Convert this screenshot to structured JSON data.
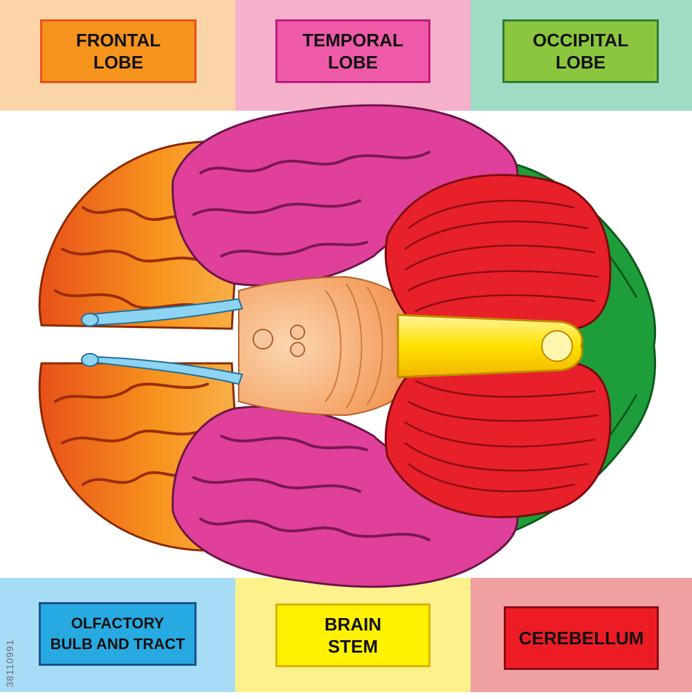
{
  "labels": {
    "frontal_lobe": "FRONTAL\nLOBE",
    "temporal_lobe": "TEMPORAL\nLOBE",
    "occipital_lobe": "OCCIPITAL\nLOBE",
    "olfactory": "OLFACTORY\nBULB AND TRACT",
    "brain_stem": "BRAIN\nSTEM",
    "cerebellum": "CEREBELLUM"
  },
  "watermark": "38110991",
  "colors": {
    "frontal_band": "#fbd4a8",
    "frontal_box": "#f7941d",
    "temporal_band": "#f5b0cc",
    "temporal_box": "#ee5aa7",
    "occipital_band": "#9fdcc4",
    "occipital_box": "#8cc63f",
    "olfactory_band": "#a6dcf5",
    "olfactory_box": "#27aae1",
    "brainstem_band": "#fdf18c",
    "brainstem_box": "#fff200",
    "cerebellum_band": "#f0a0a0",
    "cerebellum_box": "#ed1c24"
  }
}
